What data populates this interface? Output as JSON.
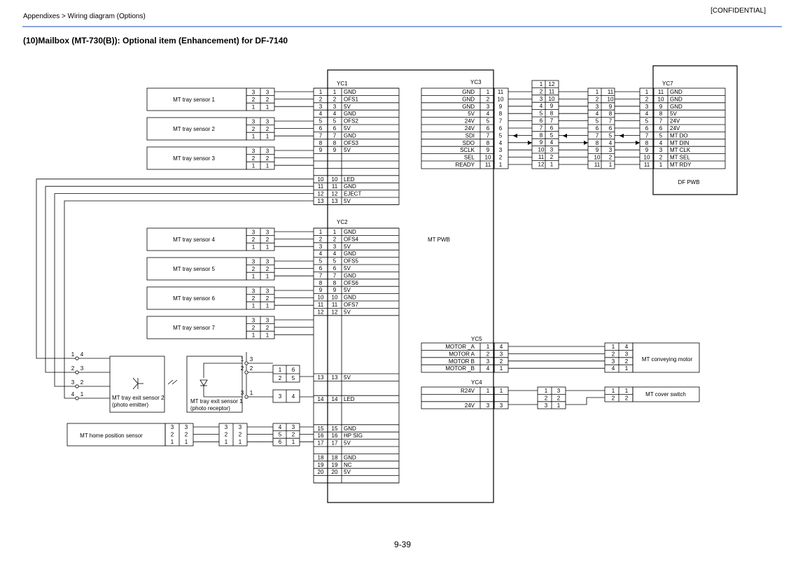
{
  "header": {
    "breadcrumb": "Appendixes > Wiring diagram (Options)",
    "confidential": "[CONFIDENTIAL]"
  },
  "title": "(10)Mailbox (MT-730(B)): Optional item (Enhancement) for DF-7140",
  "page_number": "9-39",
  "boards": {
    "mt_pwb": "MT PWB",
    "df_pwb": "DF PWB"
  },
  "connectors": {
    "yc1": "YC1",
    "yc2": "YC2",
    "yc3": "YC3",
    "yc4": "YC4",
    "yc5": "YC5",
    "yc7": "YC7"
  },
  "yc1_rows": [
    {
      "pin": "1",
      "sig": "GND"
    },
    {
      "pin": "2",
      "sig": "OFS1"
    },
    {
      "pin": "3",
      "sig": "5V"
    },
    {
      "pin": "4",
      "sig": "GND"
    },
    {
      "pin": "5",
      "sig": "OFS2"
    },
    {
      "pin": "6",
      "sig": "5V"
    },
    {
      "pin": "7",
      "sig": "GND"
    },
    {
      "pin": "8",
      "sig": "OFS3"
    },
    {
      "pin": "9",
      "sig": "5V"
    },
    {
      "pin": "10",
      "sig": "LED"
    },
    {
      "pin": "11",
      "sig": "GND"
    },
    {
      "pin": "12",
      "sig": "EJECT"
    },
    {
      "pin": "13",
      "sig": "5V"
    }
  ],
  "yc2_rows": [
    {
      "pin": "1",
      "sig": "GND"
    },
    {
      "pin": "2",
      "sig": "OFS4"
    },
    {
      "pin": "3",
      "sig": "5V"
    },
    {
      "pin": "4",
      "sig": "GND"
    },
    {
      "pin": "5",
      "sig": "OFS5"
    },
    {
      "pin": "6",
      "sig": "5V"
    },
    {
      "pin": "7",
      "sig": "GND"
    },
    {
      "pin": "8",
      "sig": "OFS6"
    },
    {
      "pin": "9",
      "sig": "5V"
    },
    {
      "pin": "10",
      "sig": "GND"
    },
    {
      "pin": "11",
      "sig": "OFS7"
    },
    {
      "pin": "12",
      "sig": "5V"
    },
    {
      "pin": "13",
      "sig": "5V"
    },
    {
      "pin": "14",
      "sig": "LED"
    },
    {
      "pin": "15",
      "sig": "GND"
    },
    {
      "pin": "16",
      "sig": "HP SIG"
    },
    {
      "pin": "17",
      "sig": "5V"
    },
    {
      "pin": "18",
      "sig": "GND"
    },
    {
      "pin": "19",
      "sig": "NC"
    },
    {
      "pin": "20",
      "sig": "5V"
    }
  ],
  "sensors": [
    {
      "name": "MT tray sensor 1"
    },
    {
      "name": "MT tray sensor 2"
    },
    {
      "name": "MT tray sensor 3"
    },
    {
      "name": "MT tray sensor 4"
    },
    {
      "name": "MT tray sensor 5"
    },
    {
      "name": "MT tray sensor 6"
    },
    {
      "name": "MT tray sensor 7"
    }
  ],
  "sensor_pins": [
    "3",
    "2",
    "1"
  ],
  "exit_sensor_2": {
    "line1": "MT tray exit sensor 2",
    "line2": "(photo emitter)"
  },
  "exit_sensor_1": {
    "line1": "MT tray exit sensor 1",
    "line2": "(photo receptor)"
  },
  "home_sensor": "MT home position sensor",
  "emitter_pins": [
    {
      "a": "1",
      "b": "4"
    },
    {
      "a": "2",
      "b": "3"
    },
    {
      "a": "3",
      "b": "2"
    },
    {
      "a": "4",
      "b": "1"
    }
  ],
  "receptor_pins": [
    {
      "a": "1",
      "b": "3"
    },
    {
      "a": "2",
      "b": "2"
    },
    {
      "a": "3",
      "b": "1"
    }
  ],
  "relay_pins": [
    {
      "a": "1",
      "b": "6"
    },
    {
      "a": "2",
      "b": "5"
    },
    {
      "a": "3",
      "b": "4"
    },
    {
      "a": "4",
      "b": "3"
    },
    {
      "a": "5",
      "b": "2"
    },
    {
      "a": "6",
      "b": "1"
    }
  ],
  "yc3_rows": [
    {
      "sig": "GND",
      "a": "1",
      "b": "11"
    },
    {
      "sig": "GND",
      "a": "2",
      "b": "10"
    },
    {
      "sig": "GND",
      "a": "3",
      "b": "9"
    },
    {
      "sig": "5V",
      "a": "4",
      "b": "8"
    },
    {
      "sig": "24V",
      "a": "5",
      "b": "7"
    },
    {
      "sig": "24V",
      "a": "6",
      "b": "6"
    },
    {
      "sig": "SDI",
      "a": "7",
      "b": "5"
    },
    {
      "sig": "SDO",
      "a": "8",
      "b": "4"
    },
    {
      "sig": "SCLK",
      "a": "9",
      "b": "3"
    },
    {
      "sig": "SEL",
      "a": "10",
      "b": "2"
    },
    {
      "sig": "READY",
      "a": "11",
      "b": "1"
    }
  ],
  "relay1_rows": [
    {
      "a": "1",
      "b": "12"
    },
    {
      "a": "2",
      "b": "11"
    },
    {
      "a": "3",
      "b": "10"
    },
    {
      "a": "4",
      "b": "9"
    },
    {
      "a": "5",
      "b": "8"
    },
    {
      "a": "6",
      "b": "7"
    },
    {
      "a": "7",
      "b": "6"
    },
    {
      "a": "8",
      "b": "5"
    },
    {
      "a": "9",
      "b": "4"
    },
    {
      "a": "10",
      "b": "3"
    },
    {
      "a": "11",
      "b": "2"
    },
    {
      "a": "12",
      "b": "1"
    }
  ],
  "relay2_rows": [
    {
      "a": "1",
      "b": "11"
    },
    {
      "a": "2",
      "b": "10"
    },
    {
      "a": "3",
      "b": "9"
    },
    {
      "a": "4",
      "b": "8"
    },
    {
      "a": "5",
      "b": "7"
    },
    {
      "a": "6",
      "b": "6"
    },
    {
      "a": "7",
      "b": "5"
    },
    {
      "a": "8",
      "b": "4"
    },
    {
      "a": "9",
      "b": "3"
    },
    {
      "a": "10",
      "b": "2"
    },
    {
      "a": "11",
      "b": "1"
    }
  ],
  "yc7_rows": [
    {
      "a": "1",
      "b": "11",
      "sig": "GND"
    },
    {
      "a": "2",
      "b": "10",
      "sig": "GND"
    },
    {
      "a": "3",
      "b": "9",
      "sig": "GND"
    },
    {
      "a": "4",
      "b": "8",
      "sig": "5V"
    },
    {
      "a": "5",
      "b": "7",
      "sig": "24V"
    },
    {
      "a": "6",
      "b": "6",
      "sig": "24V"
    },
    {
      "a": "7",
      "b": "5",
      "sig": "MT DO"
    },
    {
      "a": "8",
      "b": "4",
      "sig": "MT DIN"
    },
    {
      "a": "9",
      "b": "3",
      "sig": "MT CLK"
    },
    {
      "a": "10",
      "b": "2",
      "sig": "MT SEL"
    },
    {
      "a": "11",
      "b": "1",
      "sig": "MT RDY"
    }
  ],
  "yc5_rows": [
    {
      "sig": "MOTOR _A",
      "a": "1",
      "b": "4"
    },
    {
      "sig": "MOTOR A",
      "a": "2",
      "b": "3"
    },
    {
      "sig": "MOTOR B",
      "a": "3",
      "b": "2"
    },
    {
      "sig": "MOTOR _B",
      "a": "4",
      "b": "1"
    }
  ],
  "motor_pins": [
    {
      "a": "1",
      "b": "4"
    },
    {
      "a": "2",
      "b": "3"
    },
    {
      "a": "3",
      "b": "2"
    },
    {
      "a": "4",
      "b": "1"
    }
  ],
  "motor_name": "MT conveying motor",
  "yc4_rows": [
    {
      "sig": "R24V",
      "a": "1",
      "b": "1"
    },
    {
      "sig": "",
      "a": "",
      "b": ""
    },
    {
      "sig": "24V",
      "a": "3",
      "b": "3"
    }
  ],
  "yc4_relay": [
    {
      "a": "1",
      "b": "3"
    },
    {
      "a": "2",
      "b": "2"
    },
    {
      "a": "3",
      "b": "1"
    }
  ],
  "switch_pins": [
    {
      "a": "1",
      "b": "1"
    },
    {
      "a": "2",
      "b": "2"
    }
  ],
  "switch_name": "MT cover switch"
}
